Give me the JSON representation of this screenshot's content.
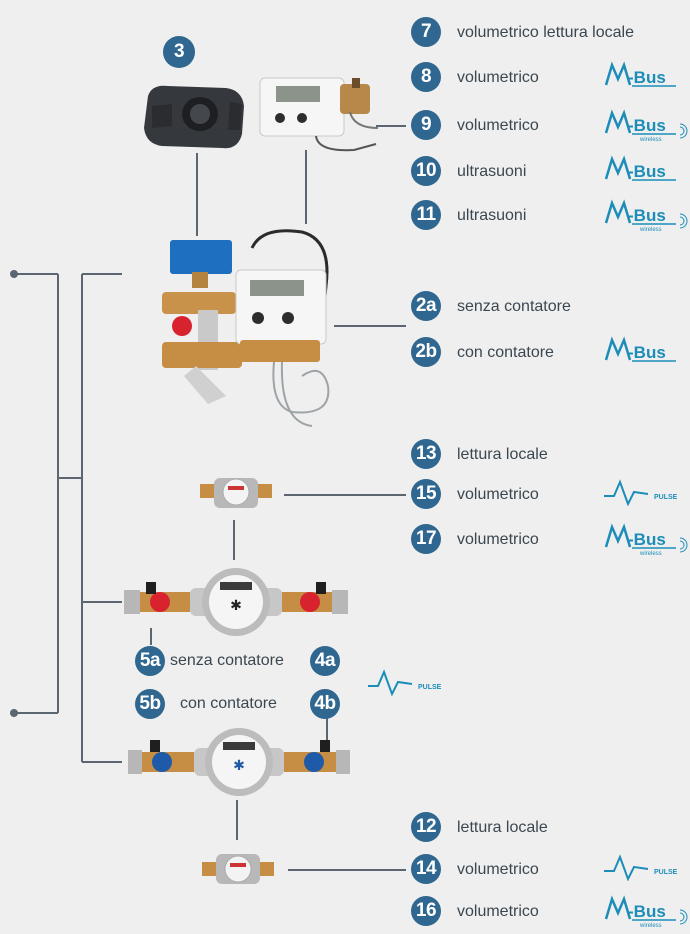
{
  "components": {
    "c3": "3",
    "c2a": "2a",
    "c2b": "2b",
    "c5a": "5a",
    "c5b": "5b",
    "c4a": "4a",
    "c4b": "4b"
  },
  "rows": [
    {
      "num": "7",
      "text": "volumetrico lettura locale",
      "logo": ""
    },
    {
      "num": "8",
      "text": "volumetrico",
      "logo": "mbus"
    },
    {
      "num": "9",
      "text": "volumetrico",
      "logo": "mbus-wireless"
    },
    {
      "num": "10",
      "text": "ultrasuoni",
      "logo": "mbus"
    },
    {
      "num": "11",
      "text": "ultrasuoni",
      "logo": "mbus-wireless"
    },
    {
      "num": "2a",
      "text": "senza contatore",
      "logo": ""
    },
    {
      "num": "2b",
      "text": "con contatore",
      "logo": "mbus"
    },
    {
      "num": "13",
      "text": "lettura locale",
      "logo": ""
    },
    {
      "num": "15",
      "text": "volumetrico",
      "logo": "pulse"
    },
    {
      "num": "17",
      "text": "volumetrico",
      "logo": "mbus-wireless"
    },
    {
      "num": "12",
      "text": "lettura locale",
      "logo": ""
    },
    {
      "num": "14",
      "text": "volumetrico",
      "logo": "pulse"
    },
    {
      "num": "16",
      "text": "volumetrico",
      "logo": "mbus-wireless"
    }
  ],
  "valve_labels": {
    "senza": "senza contatore",
    "con": "con contatore"
  },
  "logos": {
    "mbus_text": "M-Bus",
    "wireless_text": "wireless",
    "pulse_text": "PULSE"
  },
  "colors": {
    "badge": "#2f6790",
    "logo": "#1c8db8",
    "line": "#5b6670",
    "valve_red": "#d8232f",
    "valve_blue": "#1e5aa8",
    "brass": "#c68d45"
  }
}
